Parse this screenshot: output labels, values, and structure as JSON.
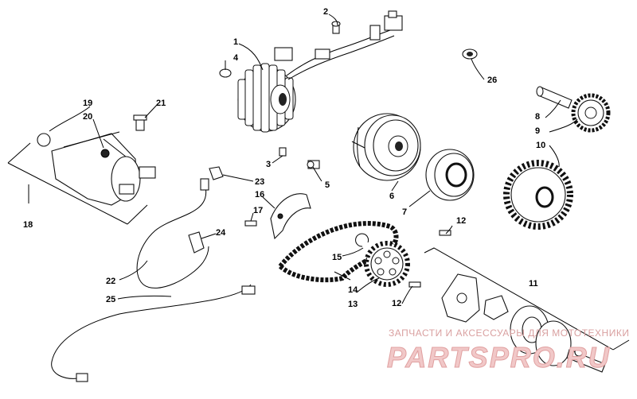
{
  "callouts": [
    "1",
    "2",
    "3",
    "4",
    "5",
    "6",
    "7",
    "8",
    "9",
    "10",
    "11",
    "12",
    "12",
    "13",
    "14",
    "15",
    "16",
    "17",
    "18",
    "19",
    "20",
    "21",
    "22",
    "23",
    "24",
    "25",
    "26"
  ],
  "watermark": {
    "subtitle": "ЗАПЧАСТИ И АКСЕССУАРЫ ДЛЯ МОТОТЕХНИКИ",
    "brand": "PARTSPRO.RU"
  },
  "colors": {
    "line": "#000000",
    "background": "#ffffff",
    "watermark": "#e8a8a8"
  }
}
